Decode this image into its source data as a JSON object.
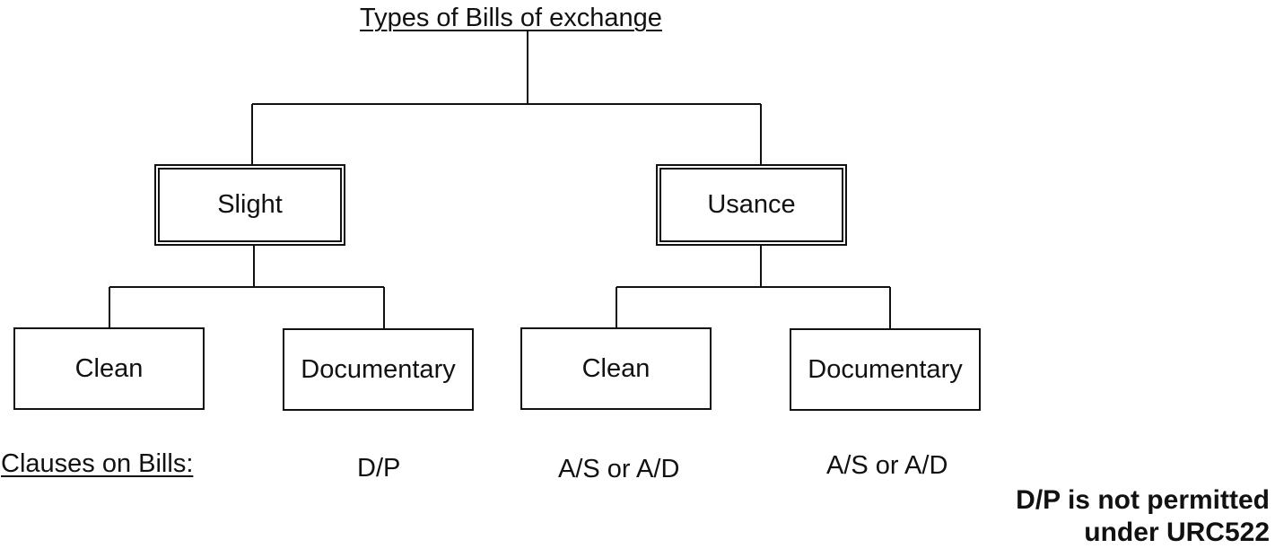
{
  "title": "Types of Bills of exchange",
  "level1": [
    {
      "label": "Slight"
    },
    {
      "label": "Usance"
    }
  ],
  "level2": [
    {
      "label": "Clean"
    },
    {
      "label": "Documentary"
    },
    {
      "label": "Clean"
    },
    {
      "label": "Documentary"
    }
  ],
  "clauses": {
    "heading": "Clauses on Bills:",
    "values": [
      "D/P",
      "A/S or A/D",
      "A/S or A/D"
    ]
  },
  "note": {
    "line1": "D/P is not permitted",
    "line2": "under URC522"
  }
}
